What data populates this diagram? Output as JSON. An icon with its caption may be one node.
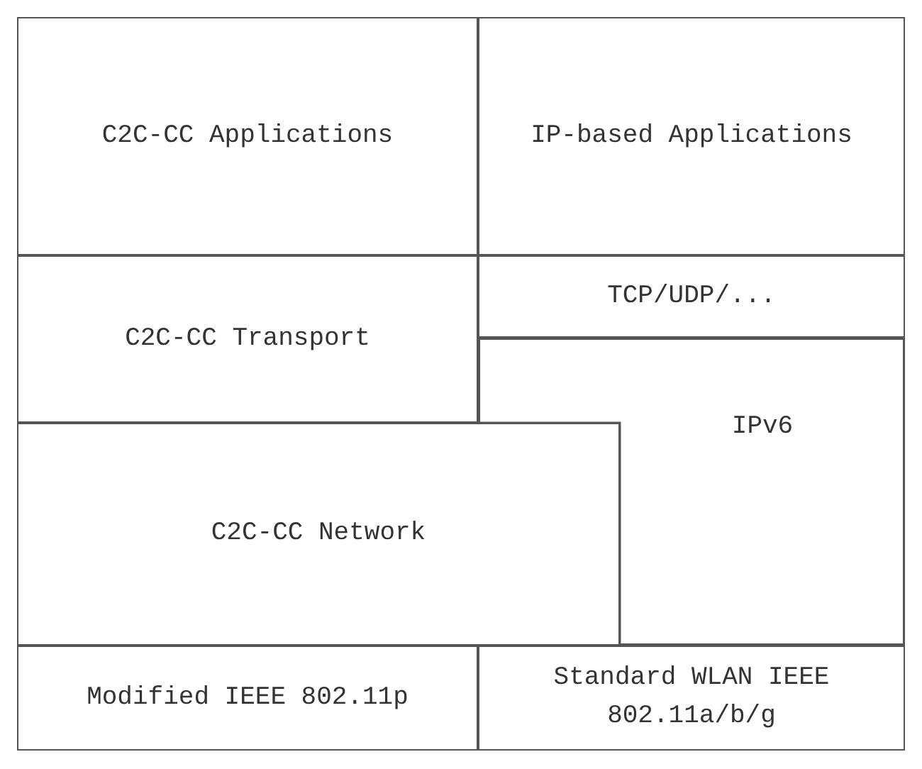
{
  "diagram": {
    "nodes": [
      {
        "text": [
          "C2C-CC Applications"
        ]
      },
      {
        "text": [
          "IP-based Applications"
        ]
      },
      {
        "text": [
          "C2C-CC Transport"
        ]
      },
      {
        "text": [
          "TCP/UDP/..."
        ]
      },
      {
        "text": [
          "IPv6"
        ]
      },
      {
        "text": [
          "C2C-CC Network"
        ]
      },
      {
        "text": [
          "Modified IEEE 802.11p"
        ]
      },
      {
        "text": [
          "Standard WLAN IEEE 802.11a/b/g"
        ]
      }
    ]
  }
}
